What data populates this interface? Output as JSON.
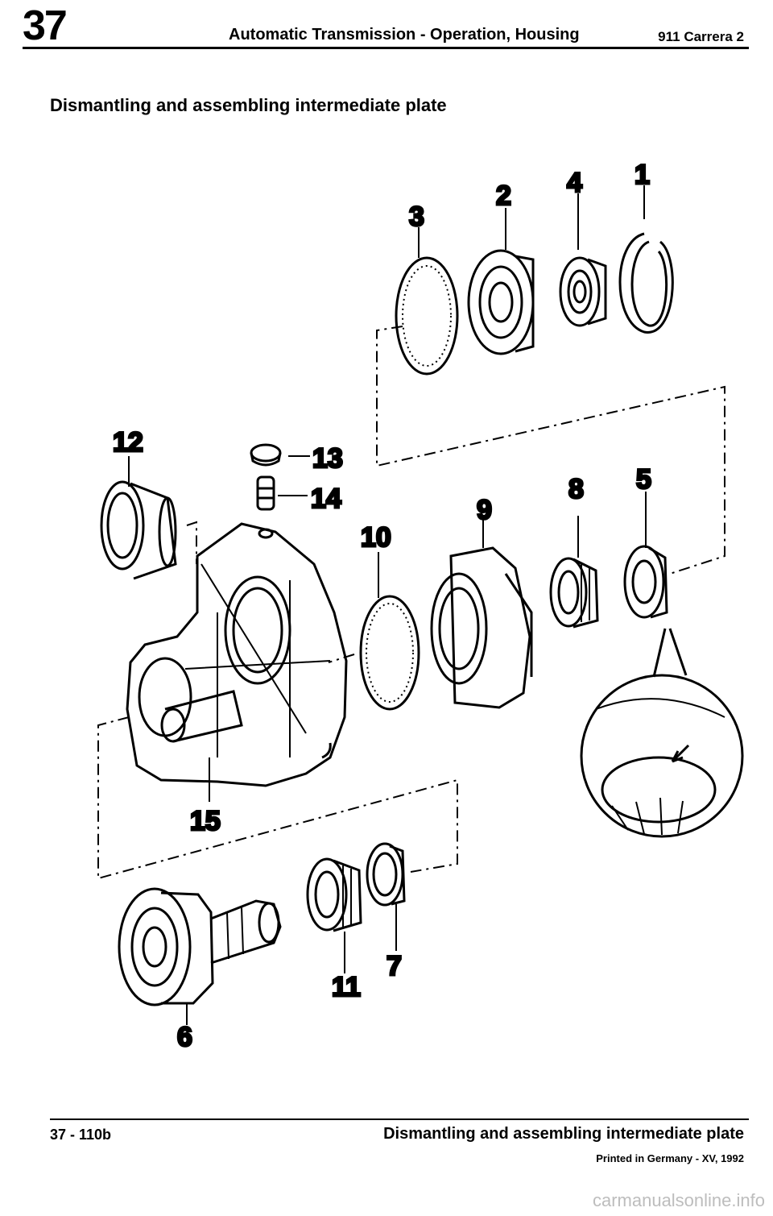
{
  "header": {
    "chapter": "37",
    "title": "Automatic Transmission - Operation, Housing",
    "model": "911 Carrera 2"
  },
  "section_heading": "Dismantling and assembling intermediate plate",
  "diagram": {
    "callouts": [
      "1",
      "2",
      "3",
      "4",
      "5",
      "6",
      "7",
      "8",
      "9",
      "10",
      "11",
      "12",
      "13",
      "14",
      "15"
    ]
  },
  "footer": {
    "page_number": "37 - 110b",
    "title": "Dismantling and assembling intermediate plate",
    "print_note": "Printed in Germany - XV, 1992"
  },
  "watermark": "carmanualsonline.info"
}
